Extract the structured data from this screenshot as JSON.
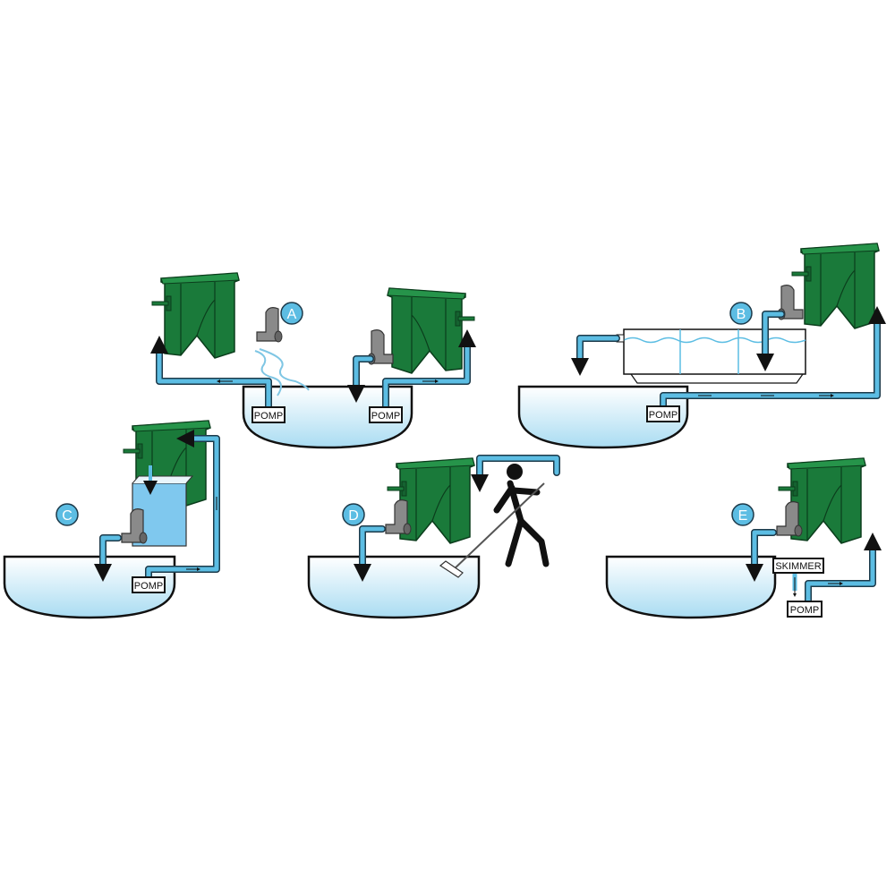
{
  "diagram": {
    "colors": {
      "filter": "#1a7a3a",
      "water_pipe": "#5cbde3",
      "outline": "#111111",
      "pipe_fitting": "#8a8a8a"
    },
    "panels": [
      {
        "letter": "A",
        "pump_labels": [
          "POMP",
          "POMP"
        ]
      },
      {
        "letter": "B",
        "pump_labels": [
          "POMP"
        ]
      },
      {
        "letter": "C",
        "pump_labels": [
          "POMP"
        ]
      },
      {
        "letter": "D",
        "pump_labels": []
      },
      {
        "letter": "E",
        "pump_labels": [
          "POMP"
        ],
        "skimmer_label": "SKIMMER"
      }
    ]
  }
}
